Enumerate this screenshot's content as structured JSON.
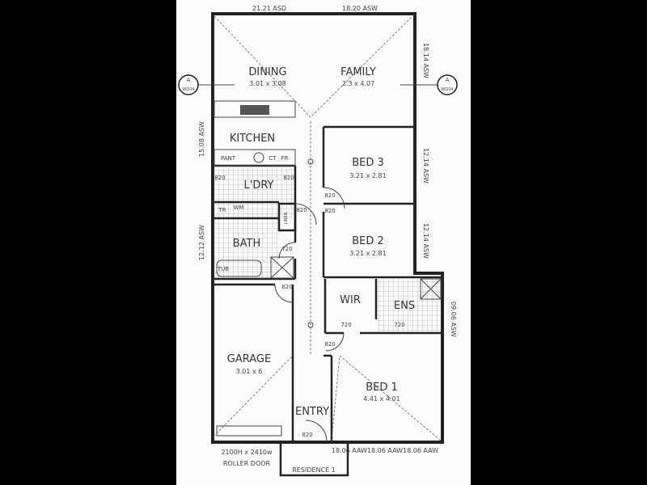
{
  "rooms": {
    "dining": {
      "name": "DINING",
      "size": "3.01 x 3.08"
    },
    "family": {
      "name": "FAMILY",
      "size": "2.3 x 4.07"
    },
    "kitchen": {
      "name": "KITCHEN"
    },
    "laundry": {
      "name": "L'DRY"
    },
    "bath": {
      "name": "BATH"
    },
    "bed3": {
      "name": "BED 3",
      "size": "3.21 x 2.81"
    },
    "bed2": {
      "name": "BED 2",
      "size": "3.21 x 2.81"
    },
    "wir": {
      "name": "WIR"
    },
    "ens": {
      "name": "ENS"
    },
    "garage": {
      "name": "GARAGE",
      "size": "3.01 x 6"
    },
    "entry": {
      "name": "ENTRY"
    },
    "bed1": {
      "name": "BED 1",
      "size": "4.41 x 4.01"
    }
  },
  "fixtures": {
    "pantry": "PANT",
    "cooktop": "CT",
    "fridge": "FR",
    "tub": "TUB",
    "trough": "TR",
    "washing_machine": "WM",
    "linen": "LINEN"
  },
  "doors": [
    "820",
    "820",
    "820",
    "820",
    "820",
    "820",
    "720",
    "820",
    "720",
    "720",
    "820"
  ],
  "windows": {
    "top_left": "21.21 ASD",
    "top_right": "18.20 ASW",
    "right_family": "18.14 ASW",
    "left_kitchen": "15.08 ASW",
    "right_bed3": "12.14 ASW",
    "right_bed2": "12.14 ASW",
    "left_bath": "12.12 ASW",
    "right_ens": "09.06 ASW",
    "bottom_bed1": "18.06 AAW18.06 AAW18.06 AAW"
  },
  "section_marker": {
    "letter": "A",
    "sheet": "WD04"
  },
  "garage_door": {
    "size": "2100H x 2410w",
    "type": "ROLLER DOOR"
  },
  "porch_label": "RESIDENCE 1"
}
